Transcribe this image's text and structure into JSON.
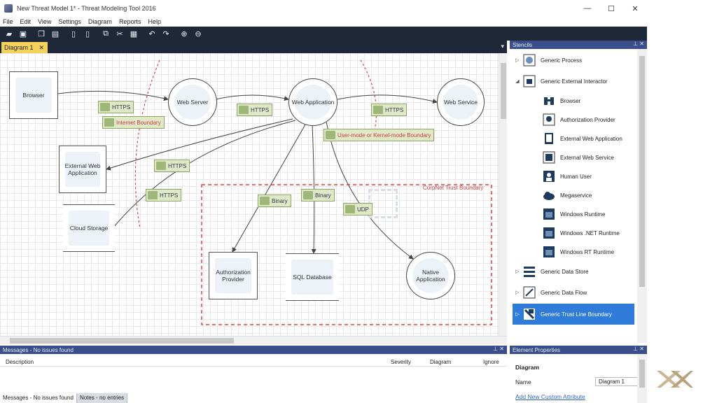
{
  "window": {
    "title": "New Threat Model 1* - Threat Modeling Tool 2016",
    "controls": {
      "minimize": "—",
      "maximize": "☐",
      "close": "✕"
    }
  },
  "menu": [
    "File",
    "Edit",
    "View",
    "Settings",
    "Diagram",
    "Reports",
    "Help"
  ],
  "toolbar_icons": [
    "open-icon",
    "save-icon",
    "new-icon",
    "report-icon",
    "copy-icon",
    "copy-doc-icon",
    "delete-icon",
    "cut-icon",
    "paste-icon",
    "undo-icon",
    "redo-icon",
    "zoom-in-icon",
    "zoom-out-icon"
  ],
  "doc_tab": {
    "label": "Diagram 1",
    "close": "✕"
  },
  "diagram": {
    "nodes": {
      "browser": "Browser",
      "web_server": "Web Server",
      "web_application": "Web Application",
      "web_service": "Web Service",
      "external_web_application": "External Web Application",
      "cloud_storage": "Cloud Storage",
      "authorization_provider": "Authorization Provider",
      "sql_database": "SQL Database",
      "native_application": "Native Application"
    },
    "flows": {
      "https1": "HTTPS",
      "https2": "HTTPS",
      "https3": "HTTPS",
      "https4": "HTTPS",
      "https5": "HTTPS",
      "binary1": "Binary",
      "binary2": "Binary",
      "udp": "UDP"
    },
    "boundaries": {
      "internet": "Internet Boundary",
      "usermode": "User-mode or Kernel-mode Boundary",
      "corpnet": "CorpNet Trust Boundary"
    }
  },
  "stencils": {
    "header": "Stencils",
    "items": [
      {
        "label": "Generic Process",
        "caret": "▷",
        "level": 0
      },
      {
        "label": "Generic External Interactor",
        "caret": "◢",
        "level": 0
      },
      {
        "label": "Browser",
        "level": 1
      },
      {
        "label": "Authorization Provider",
        "level": 1
      },
      {
        "label": "External Web Application",
        "level": 1
      },
      {
        "label": "External Web Service",
        "level": 1
      },
      {
        "label": "Human User",
        "level": 1
      },
      {
        "label": "Megaservice",
        "level": 1
      },
      {
        "label": "Windows Runtime",
        "level": 1
      },
      {
        "label": "Windows .NET Runtime",
        "level": 1
      },
      {
        "label": "Windows RT Runtime",
        "level": 1
      },
      {
        "label": "Generic Data Store",
        "caret": "▷",
        "level": 0
      },
      {
        "label": "Generic Data Flow",
        "caret": "▷",
        "level": 0
      },
      {
        "label": "Generic Trust Line Boundary",
        "caret": "▷",
        "level": 0
      }
    ]
  },
  "messages": {
    "header": "Messages - No issues found",
    "columns": {
      "description": "Description",
      "severity": "Severity",
      "diagram": "Diagram",
      "ignore": "Ignore"
    },
    "tabs": {
      "messages": "Messages - No issues found",
      "notes": "Notes - no entries"
    }
  },
  "properties": {
    "header": "Element Properties",
    "section": "Diagram",
    "name_label": "Name",
    "name_value": "Diagram 1",
    "add_link": "Add New Custom Attribute"
  },
  "colors": {
    "accent": "#2f7bd9",
    "toolbar": "#1f2838",
    "panel_header": "#3a4f8a",
    "tab": "#f5d25a",
    "boundary": "#e04040",
    "flow_label": "#dfe9c9"
  }
}
